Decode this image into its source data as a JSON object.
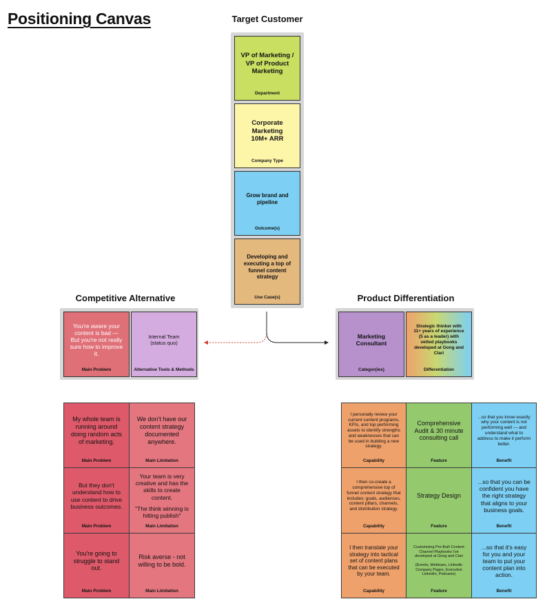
{
  "page_title": "Positioning Canvas",
  "target_customer": {
    "title": "Target Customer",
    "cards": [
      {
        "text": "VP of Marketing / VP of Product Marketing",
        "label": "Department",
        "color": "#c9df62"
      },
      {
        "text": "Corporate Marketing 10M+ ARR",
        "label": "Company Type",
        "color": "#fdf6a9"
      },
      {
        "text": "Grow brand and pipeline",
        "label": "Outcome(s)",
        "color": "#7dcff3"
      },
      {
        "text": "Developing and executing a top of funnel content strategy",
        "label": "Use Case(s)",
        "color": "#e4b97e"
      }
    ]
  },
  "competitive_alternative": {
    "title": "Competitive Alternative",
    "cards": [
      {
        "text": "You're aware your content is bad — But you're not really sure how to improve it.",
        "label": "Main Problem",
        "color": "#e07078"
      },
      {
        "text": "Internal Team (status quo)",
        "label": "Alternative Tools & Methods",
        "color": "#d4ace0"
      }
    ]
  },
  "product_differentiation": {
    "title": "Product Differentiation",
    "cards": [
      {
        "text": "Marketing Consultant",
        "label": "Categor(ies)",
        "color": "#b691cc"
      },
      {
        "text": "Strategic thinker with 11+ years of experience (5 as a leader) with vetted playbooks developed at Gong and Clari",
        "label": "Differentiation"
      }
    ]
  },
  "problems_grid": {
    "rows": [
      [
        {
          "text": "My whole team is running around doing random acts of marketing.",
          "label": "Main Problem"
        },
        {
          "text": "We don't have our content strategy documented anywhere.",
          "label": "Main Limitation"
        }
      ],
      [
        {
          "text": "But they don't understand how to use content to drive business outcomes.",
          "label": "Main Problem"
        },
        {
          "text": "Your team is very creative and has the skills to create content.",
          "extra": "\"The think winning is hitting publish\"",
          "label": "Main Limitation"
        }
      ],
      [
        {
          "text": "You're going to struggle to stand out.",
          "label": "Main Problem"
        },
        {
          "text": "Risk averse - not willing to be bold.",
          "label": "Main Limitation"
        }
      ]
    ]
  },
  "value_grid": {
    "rows": [
      [
        {
          "text": "I personally review your current content programs, KPIs, and top performing assets to identify strengths and weaknesses that can be used in building a new strategy.",
          "label": "Capability"
        },
        {
          "text": "Comprehensive Audit & 30 minute consulting call",
          "label": "Feature"
        },
        {
          "text": "...so that you know exactly why your content is not performing well — and understand what to address to make it perform better.",
          "label": "Benefit"
        }
      ],
      [
        {
          "text": "I then co-create a comprehensive top of funnel content strategy that includes: goals, audiences, content pillars, channels, and distribution strategy.",
          "label": "Capability"
        },
        {
          "text": "Strategy Design",
          "label": "Feature"
        },
        {
          "text": "...so that you can be confident you have the right strategy that aligns to your business goals.",
          "label": "Benefit"
        }
      ],
      [
        {
          "text": "I then translate your strategy into tactical set of content plans that can be executed by your team.",
          "label": "Capability"
        },
        {
          "text": "Customizing Pre-Built Content Channel Playbooks I've developed at Gong and Clari",
          "extra": "(Events, Webinars, Linkedin Company Pages, Executive LinkedIn, Podcasts)",
          "label": "Feature"
        },
        {
          "text": "...so that it's easy for you and your team to put your content plan into action.",
          "label": "Benefit"
        }
      ]
    ]
  },
  "colors": {
    "problem": "#de5a6a",
    "limitation": "#e4767f",
    "capability": "#efa16c",
    "feature": "#95c96e",
    "benefit": "#7dcff3",
    "arrow_red": "#d23a2a",
    "arrow_dark": "#222222"
  }
}
